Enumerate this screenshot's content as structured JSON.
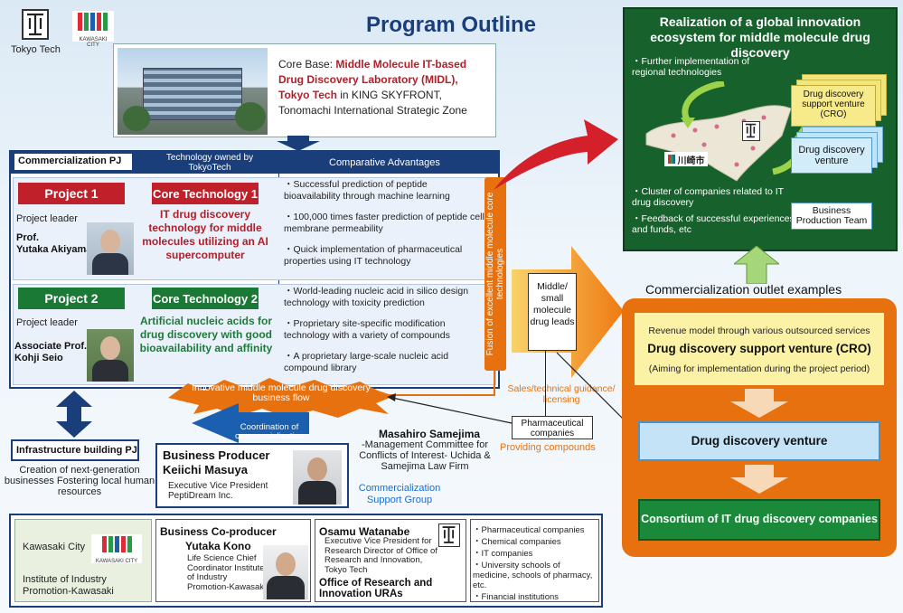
{
  "title": "Program Outline",
  "logos": {
    "tokyo_tech": "Tokyo Tech",
    "kawasaki_city": "KAWASAKI CITY",
    "kawasaki_kanji": "川崎市"
  },
  "core_base": {
    "prefix": "Core Base: ",
    "name": "Middle Molecule IT-based Drug Discovery Laboratory (MIDL), Tokyo Tech",
    "suffix": " in KING SKYFRONT,",
    "line2": "Tonomachi International Strategic Zone"
  },
  "table": {
    "col1": "Commercialization PJ",
    "col2": "Technology owned by TokyoTech",
    "col3": "Comparative Advantages",
    "side_label": "Fusion of excellent middle molecule core technologies"
  },
  "project1": {
    "tag": "Project 1",
    "leader_label": "Project leader",
    "leader_title": "Prof.",
    "leader_name": "Yutaka Akiyama",
    "core_tag": "Core Technology 1",
    "core_desc": "IT drug discovery technology for middle molecules utilizing an AI supercomputer",
    "advantages": [
      "・Successful prediction of peptide bioavailability through machine learning",
      "・100,000 times faster prediction of peptide cell membrane permeability",
      "・Quick implementation of pharmaceutical properties using IT technology"
    ]
  },
  "project2": {
    "tag": "Project 2",
    "leader_label": "Project leader",
    "leader_title": "Associate Prof.",
    "leader_name": "Kohji Seio",
    "core_tag": "Core Technology 2",
    "core_desc": "Artificial nucleic acids for drug discovery with good bioavailability and affinity",
    "advantages": [
      "・World-leading nucleic acid in silico design technology with toxicity prediction",
      "・Proprietary site-specific modification technology with a variety of compounds",
      "・A proprietary large-scale nucleic acid compound library"
    ]
  },
  "burst": "Innovative middle molecule drug discovery business flow",
  "leads_box": "Middle/ small molecule drug leads",
  "sales_label": "Sales/technical guidance/ licensing",
  "pharma_box": "Pharmaceutical companies",
  "providing": "Providing compounds",
  "infra": {
    "title": "Infrastructure building PJ",
    "desc": "Creation of next-generation businesses Fostering local human resources"
  },
  "coordination": "Coordination of commercialization",
  "producer": {
    "title": "Business Producer",
    "name": "Keiichi Masuya",
    "role": "Executive Vice President PeptiDream Inc."
  },
  "samejima": {
    "name": "Masahiro Samejima",
    "role": "-Management Committee for Conflicts of Interest- Uchida & Samejima Law Firm"
  },
  "support_group": "Commercialization Support Group",
  "bottom": {
    "kawasaki_city": "Kawasaki City",
    "institute": "Institute of Industry Promotion-Kawasaki",
    "coproducer_title": "Business Co-producer",
    "coproducer_name": "Yutaka Kono",
    "coproducer_role": "Life Science Chief Coordinator Institute of Industry Promotion-Kawasaki",
    "watanabe_name": "Osamu Watanabe",
    "watanabe_role": "Executive Vice President for Research Director of Office of Research and Innovation, Tokyo Tech",
    "office": "Office of Research and Innovation URAs",
    "list": [
      "・Pharmaceutical companies",
      "・Chemical companies",
      "・IT companies",
      "・University schools of medicine, schools of pharmacy, etc.",
      "・Financial institutions"
    ]
  },
  "ecosystem": {
    "title": "Realization of a global innovation ecosystem for middle molecule drug discovery",
    "b1": "・Further implementation of regional technologies",
    "b2": "・Cluster of companies related to IT drug discovery",
    "b3": "・Feedback of successful experiences and funds, etc",
    "cro_card": "Drug discovery support venture (CRO)",
    "venture_card": "Drug discovery venture",
    "team_card": "Business Production Team"
  },
  "outlet": {
    "heading": "Commercialization outlet examples",
    "revenue": "Revenue model through various outsourced services",
    "cro": "Drug discovery support venture (CRO)",
    "aiming": "(Aiming for implementation during the project period)",
    "venture": "Drug discovery venture",
    "consortium": "Consortium of IT drug discovery companies"
  },
  "colors": {
    "navy": "#1a3e7a",
    "red": "#c0202a",
    "green": "#1a7a35",
    "orange": "#e8710f",
    "eco_green": "#17622c"
  }
}
